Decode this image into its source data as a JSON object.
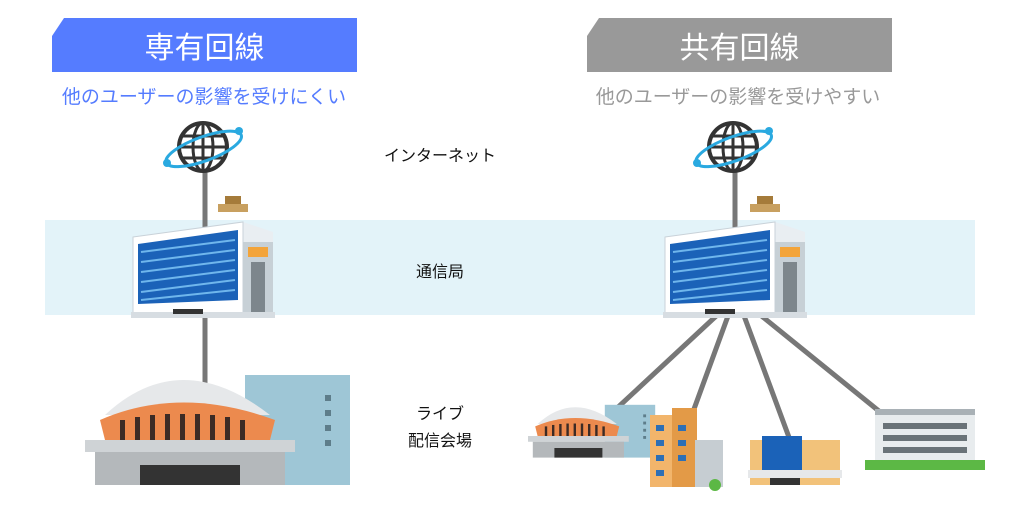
{
  "left": {
    "title": "専有回線",
    "subtitle": "他のユーザーの影響を受けにくい",
    "color": "#557cff"
  },
  "right": {
    "title": "共有回線",
    "subtitle": "他のユーザーの影響を受けやすい",
    "color": "#999999"
  },
  "labels": {
    "internet": "インターネット",
    "station": "通信局",
    "venue_line1": "ライブ",
    "venue_line2": "配信会場"
  },
  "band_color": "#e3f3f9",
  "line_color": "#777777"
}
